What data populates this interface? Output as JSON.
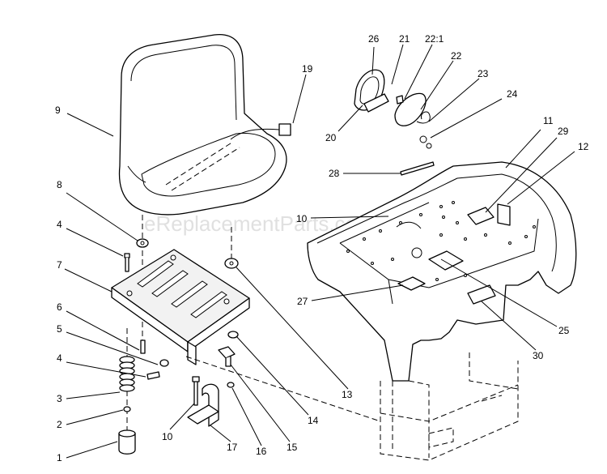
{
  "watermark": "eReplacementParts.com",
  "callouts": [
    "26",
    "21",
    "22:1",
    "22",
    "23",
    "24",
    "19",
    "9",
    "20",
    "11",
    "29",
    "12",
    "28",
    "8",
    "10",
    "4",
    "7",
    "27",
    "25",
    "6",
    "5",
    "4",
    "13",
    "30",
    "3",
    "14",
    "2",
    "15",
    "10",
    "16",
    "17",
    "1"
  ]
}
